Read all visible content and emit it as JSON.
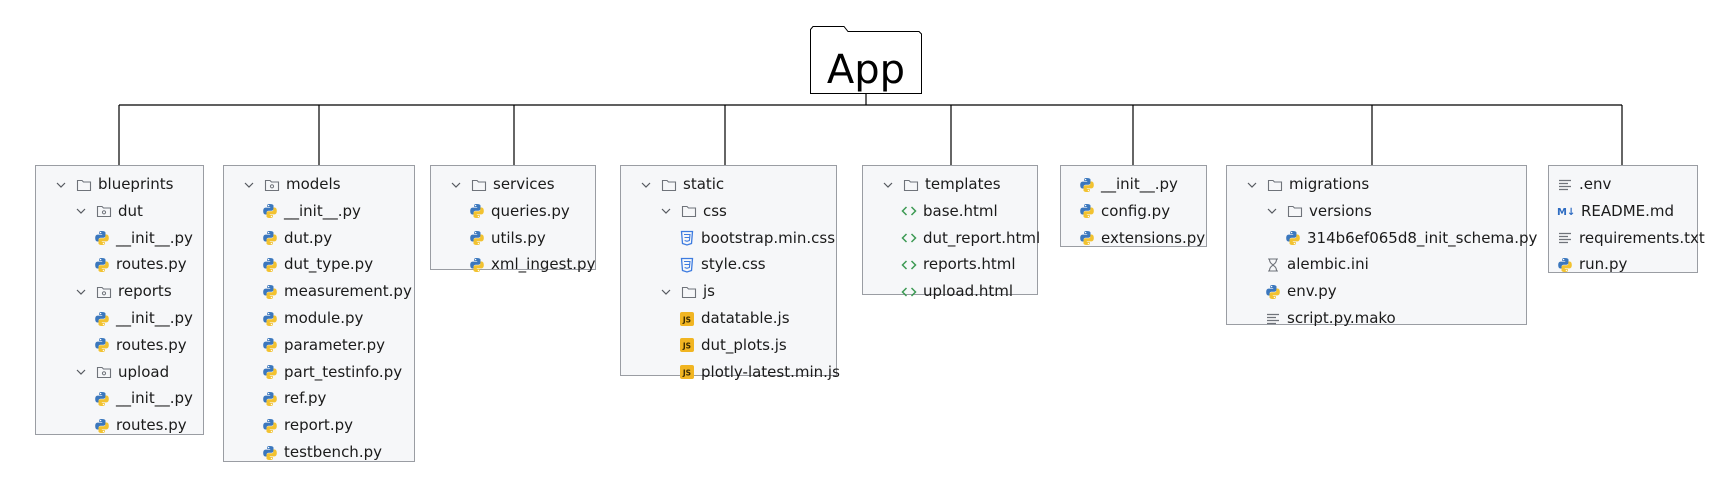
{
  "root": {
    "title": "App"
  },
  "groups": [
    {
      "items": [
        {
          "label": "blueprints",
          "type": "folder",
          "depth": 0,
          "expanded": true
        },
        {
          "label": "dut",
          "type": "package",
          "depth": 1,
          "expanded": true
        },
        {
          "label": "__init__.py",
          "type": "python",
          "depth": 2
        },
        {
          "label": "routes.py",
          "type": "python",
          "depth": 2
        },
        {
          "label": "reports",
          "type": "package",
          "depth": 1,
          "expanded": true
        },
        {
          "label": "__init__.py",
          "type": "python",
          "depth": 2
        },
        {
          "label": "routes.py",
          "type": "python",
          "depth": 2
        },
        {
          "label": "upload",
          "type": "package",
          "depth": 1,
          "expanded": true
        },
        {
          "label": "__init__.py",
          "type": "python",
          "depth": 2
        },
        {
          "label": "routes.py",
          "type": "python",
          "depth": 2
        }
      ]
    },
    {
      "items": [
        {
          "label": "models",
          "type": "package",
          "depth": 0,
          "expanded": true
        },
        {
          "label": "__init__.py",
          "type": "python",
          "depth": 1
        },
        {
          "label": "dut.py",
          "type": "python",
          "depth": 1
        },
        {
          "label": "dut_type.py",
          "type": "python",
          "depth": 1
        },
        {
          "label": "measurement.py",
          "type": "python",
          "depth": 1
        },
        {
          "label": "module.py",
          "type": "python",
          "depth": 1
        },
        {
          "label": "parameter.py",
          "type": "python",
          "depth": 1
        },
        {
          "label": "part_testinfo.py",
          "type": "python",
          "depth": 1
        },
        {
          "label": "ref.py",
          "type": "python",
          "depth": 1
        },
        {
          "label": "report.py",
          "type": "python",
          "depth": 1
        },
        {
          "label": "testbench.py",
          "type": "python",
          "depth": 1
        }
      ]
    },
    {
      "items": [
        {
          "label": "services",
          "type": "folder",
          "depth": 0,
          "expanded": true
        },
        {
          "label": "queries.py",
          "type": "python",
          "depth": 1
        },
        {
          "label": "utils.py",
          "type": "python",
          "depth": 1
        },
        {
          "label": "xml_ingest.py",
          "type": "python",
          "depth": 1
        }
      ]
    },
    {
      "items": [
        {
          "label": "static",
          "type": "folder",
          "depth": 0,
          "expanded": true
        },
        {
          "label": "css",
          "type": "folder",
          "depth": 1,
          "expanded": true
        },
        {
          "label": "bootstrap.min.css",
          "type": "css",
          "depth": 2
        },
        {
          "label": "style.css",
          "type": "css",
          "depth": 2
        },
        {
          "label": "js",
          "type": "folder",
          "depth": 1,
          "expanded": true
        },
        {
          "label": "datatable.js",
          "type": "js",
          "depth": 2
        },
        {
          "label": "dut_plots.js",
          "type": "js",
          "depth": 2
        },
        {
          "label": "plotly-latest.min.js",
          "type": "js",
          "depth": 2
        }
      ]
    },
    {
      "items": [
        {
          "label": "templates",
          "type": "folder",
          "depth": 0,
          "expanded": true
        },
        {
          "label": "base.html",
          "type": "html",
          "depth": 1
        },
        {
          "label": "dut_report.html",
          "type": "html",
          "depth": 1
        },
        {
          "label": "reports.html",
          "type": "html",
          "depth": 1
        },
        {
          "label": "upload.html",
          "type": "html",
          "depth": 1
        }
      ]
    },
    {
      "items": [
        {
          "label": "__init__.py",
          "type": "python",
          "depth": 0
        },
        {
          "label": "config.py",
          "type": "python",
          "depth": 0
        },
        {
          "label": "extensions.py",
          "type": "python",
          "depth": 0
        }
      ]
    },
    {
      "items": [
        {
          "label": "migrations",
          "type": "folder",
          "depth": 0,
          "expanded": true
        },
        {
          "label": "versions",
          "type": "folder",
          "depth": 1,
          "expanded": true
        },
        {
          "label": "314b6ef065d8_init_schema.py",
          "type": "python",
          "depth": 2
        },
        {
          "label": "alembic.ini",
          "type": "ini",
          "depth": 1
        },
        {
          "label": "env.py",
          "type": "python",
          "depth": 1
        },
        {
          "label": "script.py.mako",
          "type": "text",
          "depth": 1
        }
      ]
    },
    {
      "items": [
        {
          "label": ".env",
          "type": "text",
          "depth": 0
        },
        {
          "label": "README.md",
          "type": "markdown",
          "depth": 0
        },
        {
          "label": "requirements.txt",
          "type": "text",
          "depth": 0
        },
        {
          "label": "run.py",
          "type": "python",
          "depth": 0
        }
      ]
    }
  ],
  "icons": {
    "folder": "folder-icon",
    "package": "package-folder-icon",
    "python": "python-file-icon",
    "css": "css-file-icon",
    "js": "js-file-icon",
    "html": "html-file-icon",
    "text": "text-file-icon",
    "ini": "config-file-icon",
    "markdown": "markdown-file-icon",
    "chevron": "chevron-down-icon"
  },
  "colors": {
    "python_blue": "#3b77bd",
    "python_yellow": "#f2c230",
    "css_blue": "#3d7be0",
    "js_badge": "#f1b522",
    "html_green": "#3d9a54",
    "markdown_blue": "#2e6cc2"
  }
}
